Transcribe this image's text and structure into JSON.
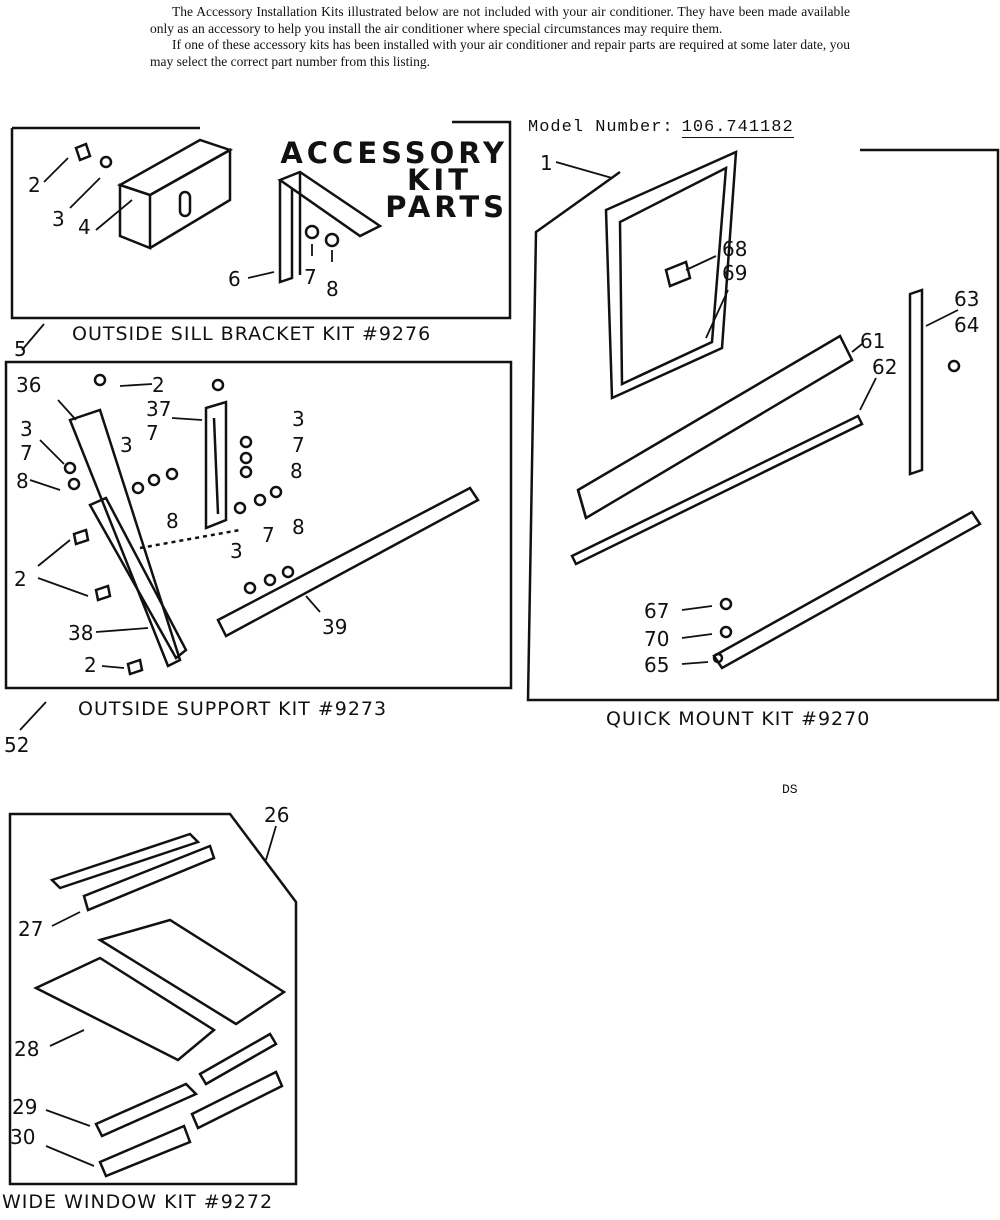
{
  "intro": {
    "p1": "The Accessory Installation Kits illustrated below are not included with your air conditioner. They have been made available only as an accessory to help you install the air conditioner where special circumstances may require them.",
    "p2": "If one of these accessory kits has been installed with your air conditioner and repair parts are required at some later date, you may select the correct part number from this listing."
  },
  "model": {
    "label": "Model Number:",
    "value": "106.741182"
  },
  "accessory_title": [
    "ACCESSORY",
    "KIT",
    "PARTS"
  ],
  "kits": {
    "sill_bracket": "OUTSIDE SILL BRACKET KIT #9276",
    "support": "OUTSIDE SUPPORT KIT #9273",
    "quick_mount": "QUICK MOUNT KIT #9270",
    "wide_window": "WIDE WINDOW KIT #9272"
  },
  "code": "DS",
  "callouts": {
    "sill": [
      "2",
      "3",
      "4",
      "6",
      "7",
      "8",
      "5"
    ],
    "support": [
      "36",
      "2",
      "37",
      "3",
      "7",
      "8",
      "3",
      "7",
      "8",
      "3",
      "7",
      "8",
      "2",
      "38",
      "2",
      "3",
      "7",
      "8",
      "39",
      "2",
      "52"
    ],
    "quick": [
      "1",
      "68",
      "69",
      "63",
      "64",
      "61",
      "62",
      "67",
      "70",
      "65"
    ],
    "wide": [
      "26",
      "27",
      "28",
      "29",
      "30"
    ]
  }
}
